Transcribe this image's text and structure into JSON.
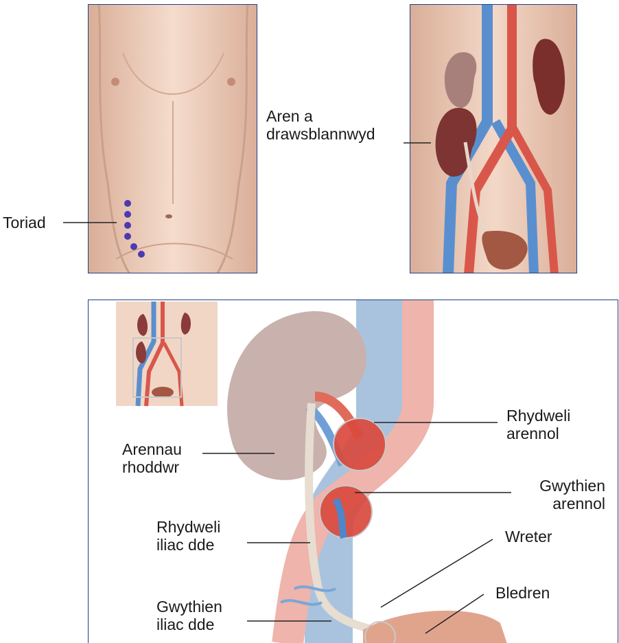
{
  "panel_body": {
    "label_incision": "Toriad"
  },
  "panel_transplant": {
    "label_line1": "Aren a",
    "label_line2": "drawsblannwyd"
  },
  "panel_detail": {
    "donor_kidney_line1": "Arennau",
    "donor_kidney_line2": "rhoddwr",
    "renal_artery_line1": "Rhydweli",
    "renal_artery_line2": "arennol",
    "renal_vein_line1": "Gwythien",
    "renal_vein_line2": "arennol",
    "iliac_artery_line1": "Rhydweli",
    "iliac_artery_line2": "iliac dde",
    "ureter": "Wreter",
    "iliac_vein_line1": "Gwythien",
    "iliac_vein_line2": "iliac dde",
    "bladder": "Bledren"
  },
  "colors": {
    "frame": "#1f3f80",
    "skin": "#f0d2c0",
    "artery": "#d9574a",
    "vein": "#5a8fcf",
    "kidney": "#8a3b3a",
    "incision_dot": "#4a3bb0"
  }
}
